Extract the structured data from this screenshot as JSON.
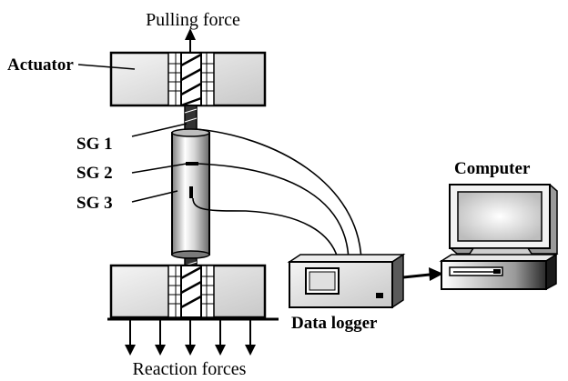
{
  "labels": {
    "pulling_force": "Pulling force",
    "actuator": "Actuator",
    "sg1": "SG 1",
    "sg2": "SG 2",
    "sg3": "SG 3",
    "computer": "Computer",
    "data_logger": "Data logger",
    "reaction_forces": "Reaction forces"
  },
  "colors": {
    "ink": "#000000",
    "gray_light": "#f2f2f2",
    "gray_mid": "#8a8a8a",
    "gray_dark": "#3a3a3a"
  }
}
